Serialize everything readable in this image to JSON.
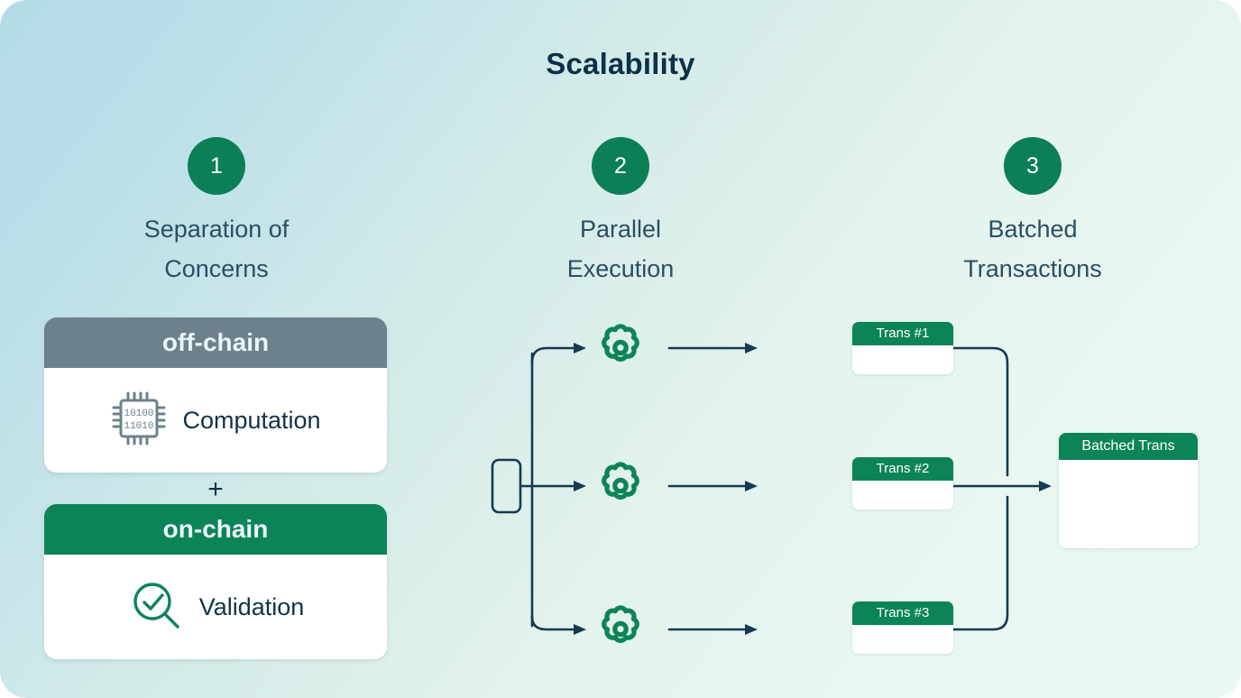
{
  "title": "Scalability",
  "theme": {
    "bg_from": "#b3dbe8",
    "bg_to": "#eaf8f2",
    "green": "#0d8457",
    "badge_green": "#0d7f57",
    "navy": "#0c3147",
    "slate": "#6c818b",
    "label_color": "#2a4f62",
    "white": "#ffffff"
  },
  "steps": [
    {
      "number": "1",
      "label": "Separation of\nConcerns"
    },
    {
      "number": "2",
      "label": "Parallel\nExecution"
    },
    {
      "number": "3",
      "label": "Batched\nTransactions"
    }
  ],
  "column1": {
    "off_chain": {
      "header": "off-chain",
      "body_text": "Computation",
      "icon": "chip-icon",
      "chip_lines": [
        "10100",
        "11010"
      ]
    },
    "connector": "+",
    "on_chain": {
      "header": "on-chain",
      "body_text": "Validation",
      "icon": "magnifier-check-icon"
    }
  },
  "column2": {
    "source_node": "input-node",
    "branches": [
      {
        "icon": "gear-icon"
      },
      {
        "icon": "gear-icon"
      },
      {
        "icon": "gear-icon"
      }
    ]
  },
  "column3": {
    "transactions": [
      {
        "label": "Trans #1"
      },
      {
        "label": "Trans #2"
      },
      {
        "label": "Trans #3"
      }
    ],
    "batched": {
      "label": "Batched Trans"
    }
  }
}
